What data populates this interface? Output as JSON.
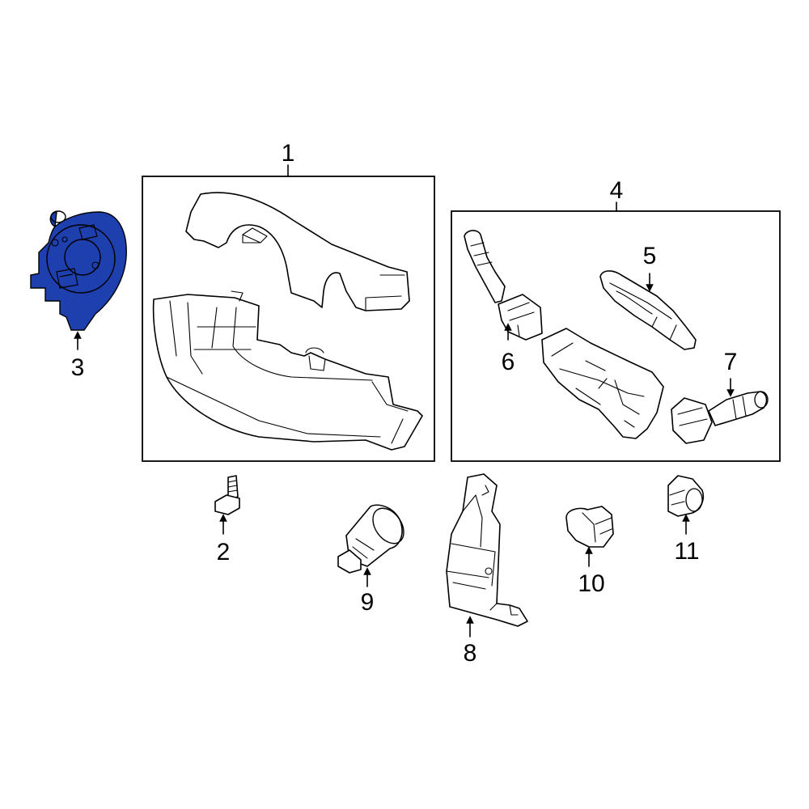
{
  "highlight_color": "#1e3fae",
  "callouts": {
    "c1": "1",
    "c2": "2",
    "c3": "3",
    "c4": "4",
    "c5": "5",
    "c6": "6",
    "c7": "7",
    "c8": "8",
    "c9": "9",
    "c10": "10",
    "c11": "11"
  }
}
